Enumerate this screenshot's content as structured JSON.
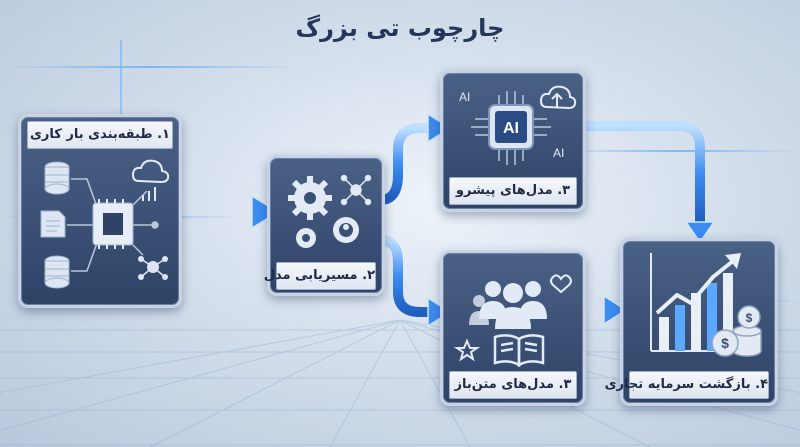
{
  "title": "چارچوب تی بزرگ",
  "cards": {
    "workload": {
      "label": "۱. طبقه‌بندی بار کاری"
    },
    "routing": {
      "label": "۲. مسیریابی مدل"
    },
    "frontier": {
      "label": "۳. مدل‌های پیشرو",
      "chip_text": "AI",
      "corner_text_1": "AI",
      "corner_text_2": "AI"
    },
    "opensource": {
      "label": "۳. مدل‌های متن‌باز"
    },
    "roi": {
      "label": "۴. بازگشت سرمایه تجاری"
    }
  },
  "colors": {
    "card": "#3b5075",
    "arrow": "#4f9bff",
    "label_bg": "#eef2f8",
    "title": "#24365a"
  },
  "icons": [
    "database-icon",
    "document-icon",
    "cloud-chart-icon",
    "chip-icon",
    "network-icon",
    "gears-icon",
    "ai-chip-icon",
    "cloud-upload-icon",
    "people-icon",
    "book-icon",
    "heart-icon",
    "star-icon",
    "growth-chart-icon",
    "coins-icon",
    "flow-arrow-icon"
  ]
}
